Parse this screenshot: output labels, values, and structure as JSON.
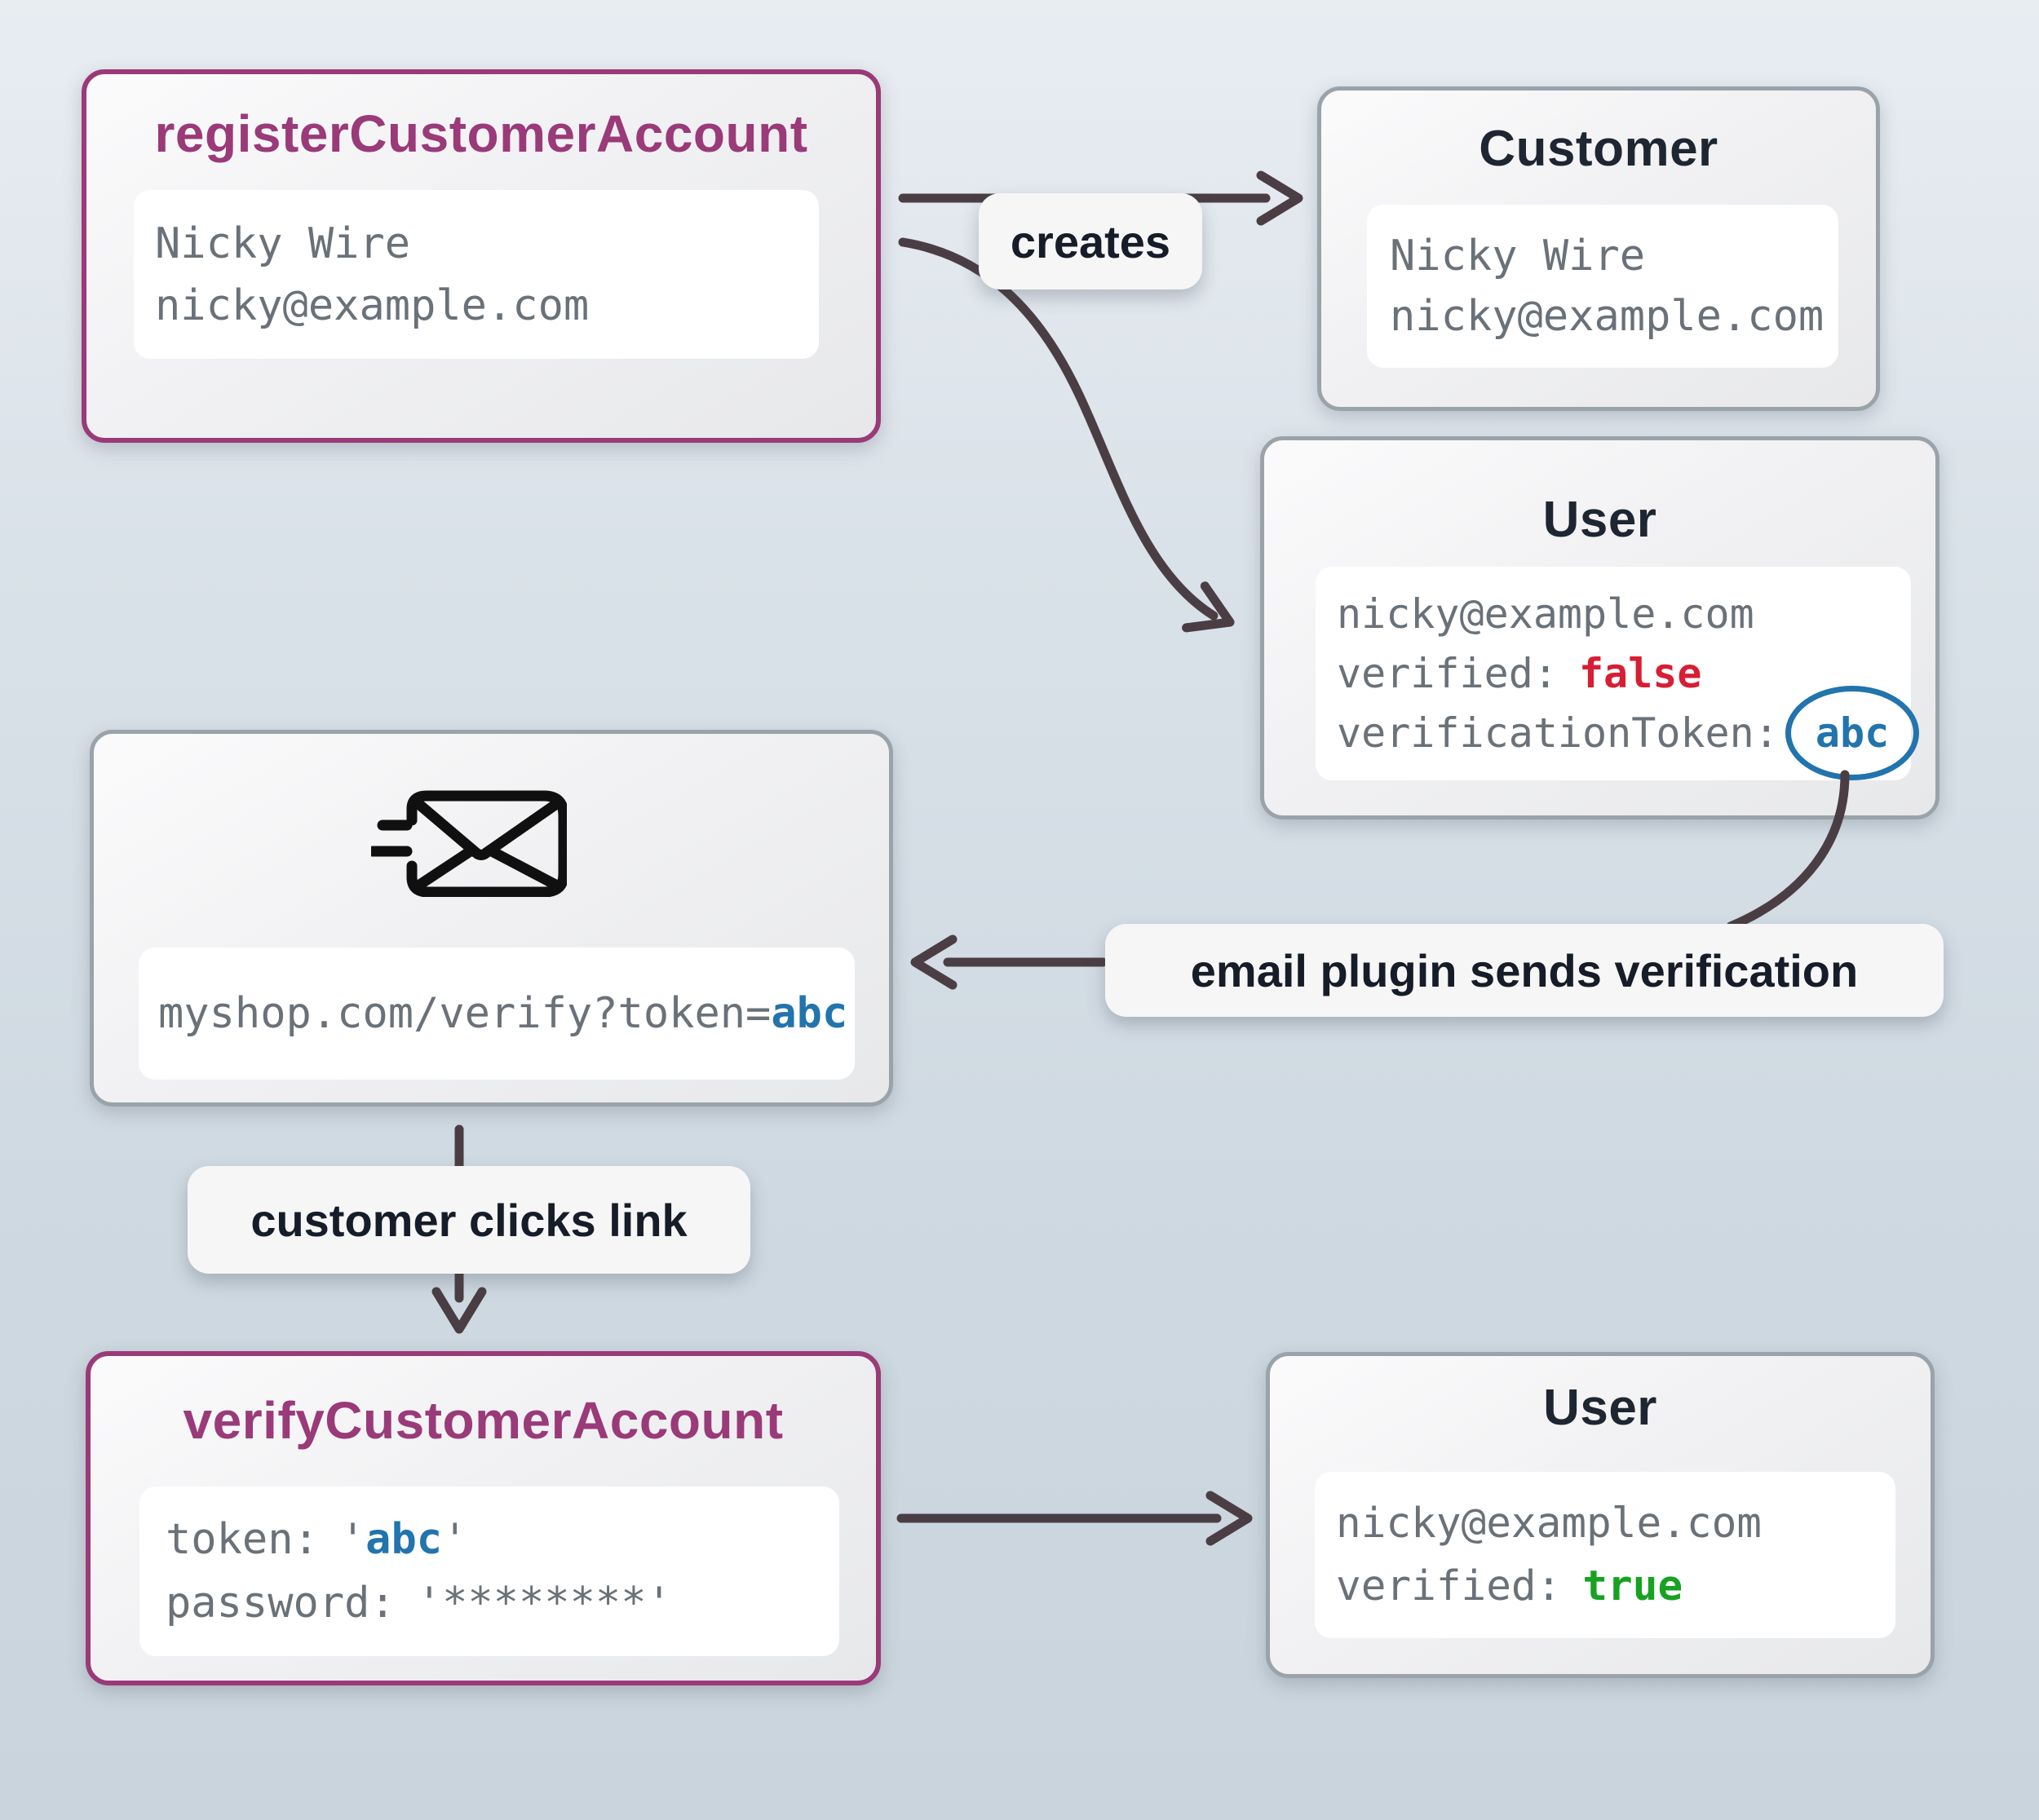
{
  "diagram": {
    "register": {
      "title": "registerCustomerAccount",
      "line1": "Nicky Wire",
      "line2": "nicky@example.com"
    },
    "customer": {
      "title": "Customer",
      "line1": "Nicky Wire",
      "line2": "nicky@example.com"
    },
    "userUnverified": {
      "title": "User",
      "email": "nicky@example.com",
      "verifiedLabel": "verified:",
      "verifiedValue": "false",
      "tokenLabel": "verificationToken:",
      "tokenValue": "abc"
    },
    "emailNode": {
      "urlPrefix": "myshop.com/verify?token=",
      "token": "abc"
    },
    "verify": {
      "title": "verifyCustomerAccount",
      "tokenLabel": "token:",
      "openQuote": "'",
      "tokenValue": "abc",
      "closeQuote": "'",
      "passwordLabel": "password:",
      "passwordValue": "'********'"
    },
    "userVerified": {
      "title": "User",
      "email": "nicky@example.com",
      "verifiedLabel": "verified:",
      "verifiedValue": "true"
    },
    "labels": {
      "creates": "creates",
      "emailPlugin": "email plugin sends verification",
      "clicks": "customer clicks link"
    },
    "colors": {
      "purpleAccent": "#9a3a79",
      "grayBorder": "#9aa3a9",
      "arrow": "#4a3e44",
      "falseRed": "#d71e35",
      "trueGreen": "#17a221",
      "tokenBlue": "#2274ad",
      "monoGray": "#6a7178",
      "labelText": "#161d28"
    }
  }
}
